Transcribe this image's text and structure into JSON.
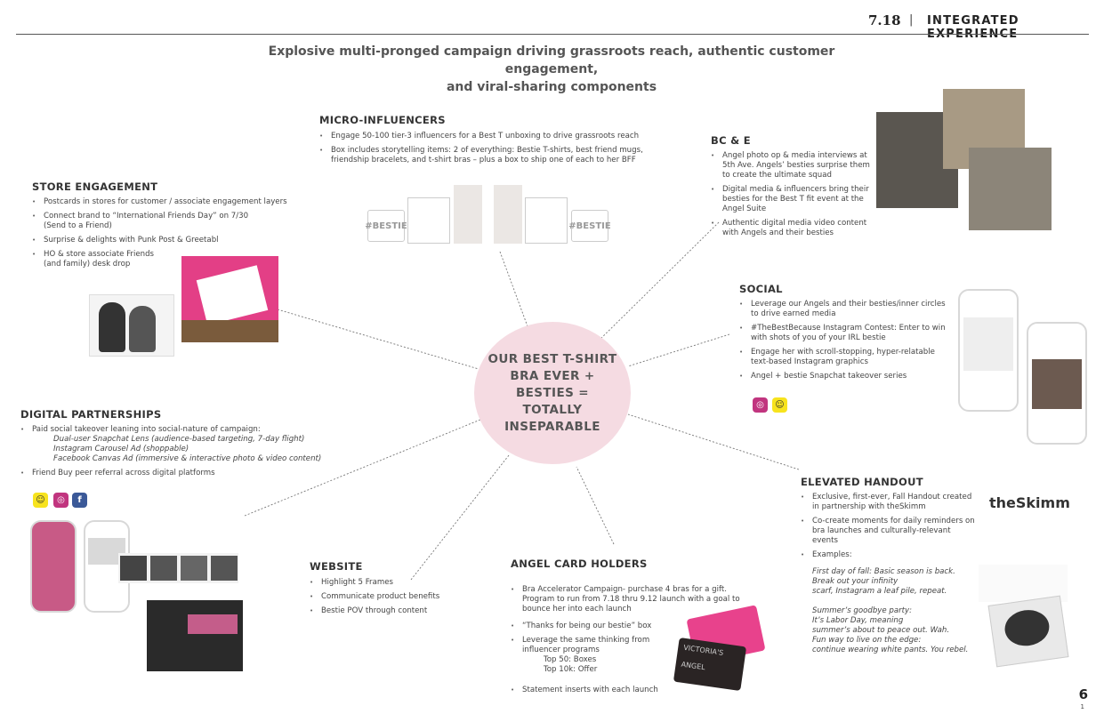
{
  "header": {
    "number": "7.18",
    "separator": "|",
    "title": "INTEGRATED EXPERIENCE"
  },
  "headline": {
    "line1": "Explosive multi-pronged campaign driving grassroots reach, authentic customer engagement,",
    "line2": "and viral-sharing components"
  },
  "center": {
    "text": "OUR BEST T-SHIRT BRA EVER + BESTIES = TOTALLY INSEPARABLE"
  },
  "micro": {
    "title": "MICRO-INFLUENCERS",
    "items": [
      "Engage 50-100 tier-3 influencers for a Best T unboxing to drive grassroots reach",
      "Box includes storytelling items: 2 of everything: Bestie T-shirts, best friend mugs, friendship bracelets, and t-shirt bras – plus a box to ship one of each to her BFF"
    ],
    "mug_text": "#BESTIE"
  },
  "store": {
    "title": "STORE ENGAGEMENT",
    "items": [
      "Postcards in stores for customer / associate engagement layers",
      "Connect brand to “International Friends Day” on 7/30 (Send to a Friend)",
      "Surprise & delights with Punk Post & Greetabl",
      "HO & store associate Friends (and family) desk drop"
    ]
  },
  "bce": {
    "title": "BC & E",
    "items": [
      "Angel photo op & media interviews at 5th Ave. Angels’ besties surprise them to create the ultimate squad",
      "Digital media & influencers bring their besties for the Best T fit event at the Angel Suite",
      "Authentic digital media video content with Angels and their besties"
    ]
  },
  "social": {
    "title": "SOCIAL",
    "items": [
      "Leverage our Angels and their besties/inner circles to drive earned media",
      "#TheBestBecause Instagram Contest: Enter to win with shots of you of your IRL bestie",
      "Engage her with scroll-stopping, hyper-relatable text-based Instagram graphics",
      "Angel + bestie Snapchat takeover series"
    ]
  },
  "digital": {
    "title": "DIGITAL PARTNERSHIPS",
    "lead": "Paid social takeover leaning into social-nature of campaign:",
    "subs": [
      "Dual-user Snapchat Lens (audience-based targeting, 7-day flight)",
      "Instagram Carousel Ad (shoppable)",
      "Facebook Canvas Ad (immersive & interactive photo & video content)"
    ],
    "item2": "Friend Buy peer referral across digital platforms"
  },
  "website": {
    "title": "WEBSITE",
    "items": [
      "Highlight 5 Frames",
      "Communicate product benefits",
      "Bestie POV through content"
    ]
  },
  "angel": {
    "title": "ANGEL CARD HOLDERS",
    "item1": "Bra Accelerator Campaign- purchase 4 bras for a gift. Program to run from 7.18 thru 9.12 launch with a goal to bounce her into each launch",
    "item2": "“Thanks for being our bestie” box",
    "item3": "Leverage the same thinking from influencer programs",
    "item3_sub1": "Top 50: Boxes",
    "item3_sub2": "Top 10k: Offer",
    "item4": "Statement inserts with each launch",
    "card_text": "VICTORIA'S",
    "card_text2": "ANGEL"
  },
  "handout": {
    "title": "ELEVATED HANDOUT",
    "items": [
      "Exclusive, first-ever, Fall Handout created in partnership with theSkimm",
      "Co-create moments for daily reminders on bra launches and culturally-relevant events",
      "Examples:"
    ],
    "logo": "theSkimm",
    "ex1": [
      "First day of fall: Basic season is back.",
      "Break out your infinity",
      "scarf, Instagram a leaf pile, repeat."
    ],
    "ex2": [
      "Summer’s goodbye party:",
      "It’s Labor Day, meaning",
      "summer’s about to peace out. Wah.",
      "Fun way to live on the edge:",
      "continue wearing white pants. You rebel."
    ]
  },
  "page": {
    "number": "6",
    "sub": "1"
  },
  "colors": {
    "circle": "#f5dbe2",
    "accent_pink": "#e8428c",
    "snapchat": "#f7e31e",
    "instagram": "#c1357f",
    "facebook": "#3b5998"
  },
  "icons": [
    "instagram-icon",
    "snapchat-icon",
    "facebook-icon"
  ]
}
